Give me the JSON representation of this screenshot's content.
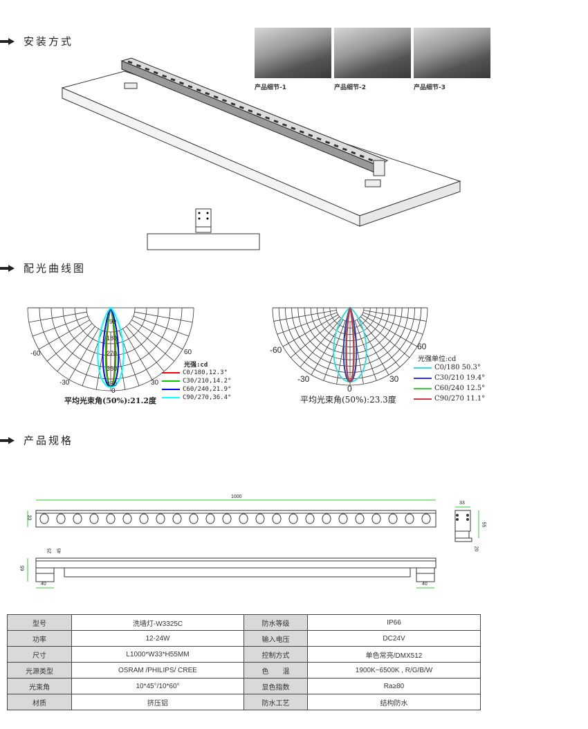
{
  "sections": {
    "install": "安装方式",
    "curve": "配光曲线图",
    "spec": "产品规格"
  },
  "photos": [
    {
      "caption": "产品细节-1"
    },
    {
      "caption": "产品细节-2"
    },
    {
      "caption": "产品细节-3"
    }
  ],
  "chart_data": [
    {
      "type": "polar",
      "unit_label": "光强:cd",
      "angle_labels": [
        "-60",
        "60",
        "-30",
        "30",
        "0"
      ],
      "radial_labels": [
        "90",
        "180",
        "270",
        "360",
        "450"
      ],
      "series": [
        {
          "name": "C0/180,12.3°",
          "beam": 12.3,
          "color": "#ff0000"
        },
        {
          "name": "C30/210,14.2°",
          "beam": 14.2,
          "color": "#00cc00"
        },
        {
          "name": "C60/240,21.9°",
          "beam": 21.9,
          "color": "#0000ff"
        },
        {
          "name": "C90/270,36.4°",
          "beam": 36.4,
          "color": "#00ffff"
        }
      ],
      "caption": "平均光束角(50%):21.2度"
    },
    {
      "type": "polar",
      "unit_label": "光强单位:cd",
      "angle_labels": [
        "-60",
        "60",
        "-30",
        "30",
        "0"
      ],
      "radial_labels": [],
      "series": [
        {
          "name": "C0/180 50.3°",
          "beam": 50.3,
          "color": "#33dddd"
        },
        {
          "name": "C30/210 19.4°",
          "beam": 19.4,
          "color": "#3333bb"
        },
        {
          "name": "C60/240 12.5°",
          "beam": 12.5,
          "color": "#33cc33"
        },
        {
          "name": "C90/270 11.1°",
          "beam": 11.1,
          "color": "#cc3344"
        }
      ],
      "caption": "平均光束角(50%):23.3度"
    }
  ],
  "dimensions": {
    "length": "1000",
    "height_front": "33",
    "width_side": "33",
    "height_side": "55",
    "bracket": "20",
    "d25": "25",
    "d45": "45",
    "d65": "65",
    "foot_left": "40",
    "foot_right": "40"
  },
  "spec_table": [
    [
      "型号",
      "洗墙灯-W3325C",
      "防水等级",
      "IP66"
    ],
    [
      "功率",
      "12-24W",
      "输入电压",
      "DC24V"
    ],
    [
      "尺寸",
      "L1000*W33*H55MM",
      "控制方式",
      "单色常亮/DMX512"
    ],
    [
      "光源类型",
      "OSRAM /PHILIPS/ CREE",
      "色　　温",
      "1900K~6500K , R/G/B/W"
    ],
    [
      "光束角",
      "10*45°/10*60°",
      "显色指数",
      "Ra≥80"
    ],
    [
      "材质",
      "挤压铝",
      "防水工艺",
      "结构防水"
    ]
  ]
}
